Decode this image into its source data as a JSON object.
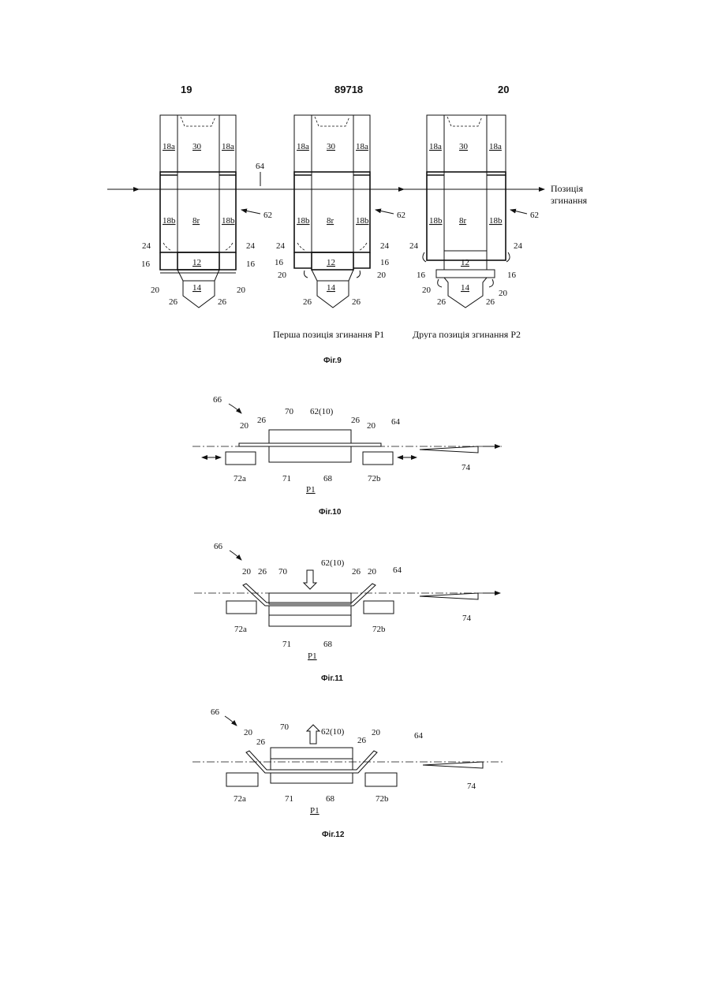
{
  "header": {
    "left_page": "19",
    "patent_number": "89718",
    "right_page": "20"
  },
  "fig9": {
    "caption": "Фіг.9",
    "panel_label": {
      "p30": "30",
      "p18a": "18a",
      "p18b": "18b",
      "p8r": "8r",
      "p12": "12",
      "p14": "14"
    },
    "refs": {
      "r64": "64",
      "r62": "62",
      "r24": "24",
      "r16": "16",
      "r20": "20",
      "r26": "26"
    },
    "fold_position": [
      "Позиція",
      "згинання"
    ],
    "position_p1": "Перша позиція згинання P1",
    "position_p2": "Друга позиція згинання P2"
  },
  "fig10": {
    "caption": "Фіг.10",
    "refs": {
      "r66": "66",
      "r70": "70",
      "r62_10": "62(10)",
      "r26": "26",
      "r20": "20",
      "r64": "64",
      "r72a": "72a",
      "r71": "71",
      "r68": "68",
      "r72b": "72b",
      "r74": "74",
      "p1": "P1"
    }
  },
  "fig11": {
    "caption": "Фіг.11",
    "refs": {
      "r66": "66",
      "r70": "70",
      "r62_10": "62(10)",
      "r26": "26",
      "r20": "20",
      "r64": "64",
      "r72a": "72a",
      "r71": "71",
      "r68": "68",
      "r72b": "72b",
      "r74": "74",
      "p1": "P1"
    }
  },
  "fig12": {
    "caption": "Фіг.12",
    "refs": {
      "r66": "66",
      "r70": "70",
      "r62_10": "62(10)",
      "r26": "26",
      "r20": "20",
      "r64": "64",
      "r72a": "72a",
      "r71": "71",
      "r68": "68",
      "r72b": "72b",
      "r74": "74",
      "p1": "P1"
    }
  }
}
